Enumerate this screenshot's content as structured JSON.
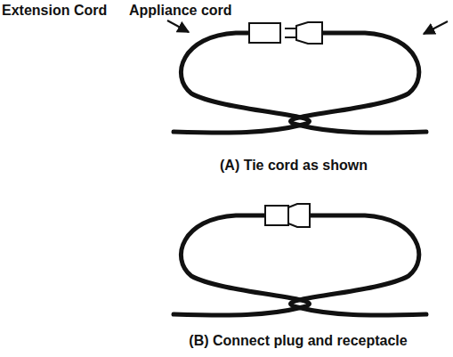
{
  "diagram": {
    "labels": [
      "Extension Cord",
      "Appliance cord",
      "(A) Tie cord as shown",
      "(B) Connect plug and receptacle"
    ]
  }
}
